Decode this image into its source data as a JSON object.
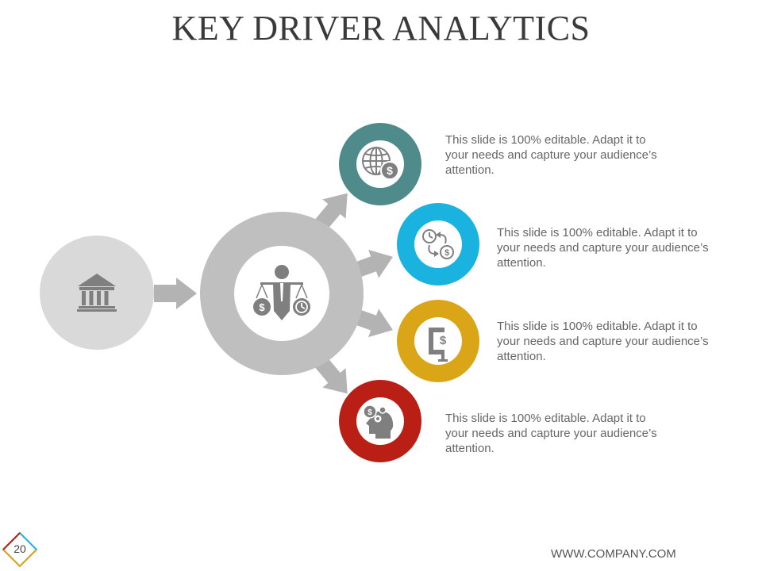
{
  "slide": {
    "title": "KEY DRIVER ANALYTICS",
    "footer_url": "WWW.COMPANY.COM",
    "page_number": "20"
  },
  "diagram": {
    "source_icon": "bank-icon",
    "hub_icon": "businessman-scales-icon",
    "drivers": [
      {
        "icon": "globe-dollar-icon",
        "color": "#4e8b8a",
        "text": [
          "This slide is 100% editable. Adapt it to",
          "your needs and capture your audience’s",
          "attention."
        ]
      },
      {
        "icon": "clock-dollar-exchange-icon",
        "color": "#1ab3e0",
        "text": [
          "This slide is 100% editable. Adapt it to",
          "your needs and capture your audience’s",
          "attention."
        ]
      },
      {
        "icon": "clamp-dollar-icon",
        "color": "#dba518",
        "text": [
          "This slide is 100% editable. Adapt it to",
          "your needs and capture your audience’s",
          "attention."
        ]
      },
      {
        "icon": "head-gears-icon",
        "color": "#b91f14",
        "text": [
          "This slide is 100% editable. Adapt it to",
          "your needs and capture your audience’s",
          "attention."
        ]
      }
    ],
    "colors": {
      "source_circle": "#d9d9d9",
      "hub_ring": "#bfbfbf",
      "arrow": "#b3b3b3",
      "icon_gray": "#7f7f7f"
    }
  }
}
